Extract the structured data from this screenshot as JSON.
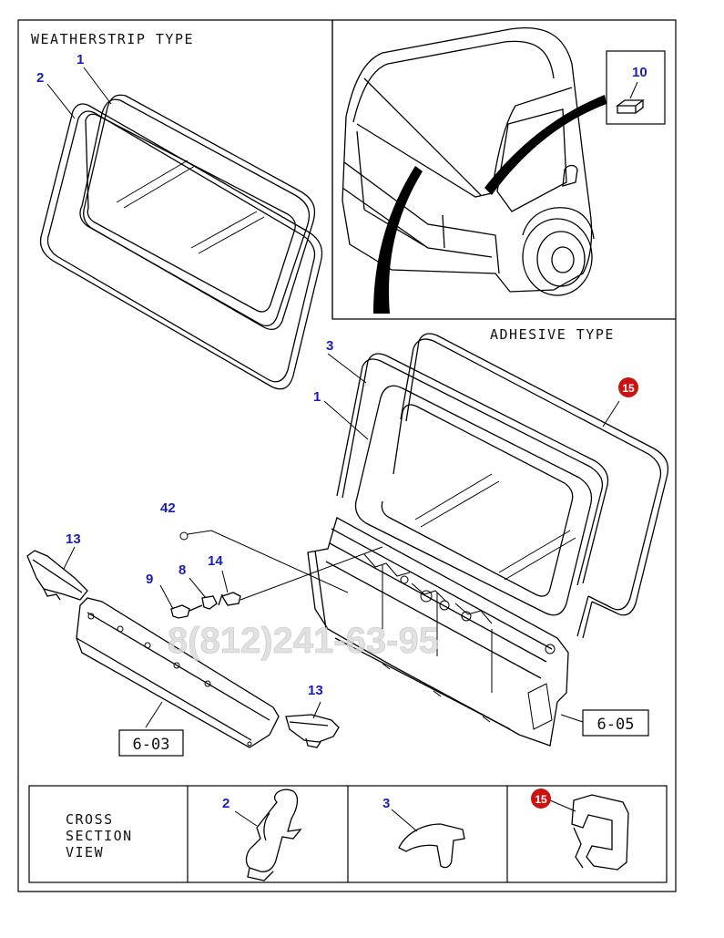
{
  "panels": {
    "weatherstrip_title": "WEATHERSTRIP TYPE",
    "adhesive_title": "ADHESIVE TYPE",
    "cross_section_label": [
      "CROSS",
      "SECTION",
      "VIEW"
    ]
  },
  "callouts": {
    "ws_1": "1",
    "ws_2": "2",
    "ad_3": "3",
    "ad_1": "1",
    "ad_15": "15",
    "cab_10": "10",
    "p42": "42",
    "p13a": "13",
    "p9": "9",
    "p8": "8",
    "p14": "14",
    "p13b": "13",
    "cs_2": "2",
    "cs_3": "3",
    "cs_15": "15"
  },
  "references": {
    "ref_603": "6-03",
    "ref_605": "6-05"
  },
  "watermark": "8(812)241-63-95",
  "colors": {
    "callout_blue": "#1c1cb8",
    "badge_red": "#cc1111",
    "line": "#000000"
  }
}
